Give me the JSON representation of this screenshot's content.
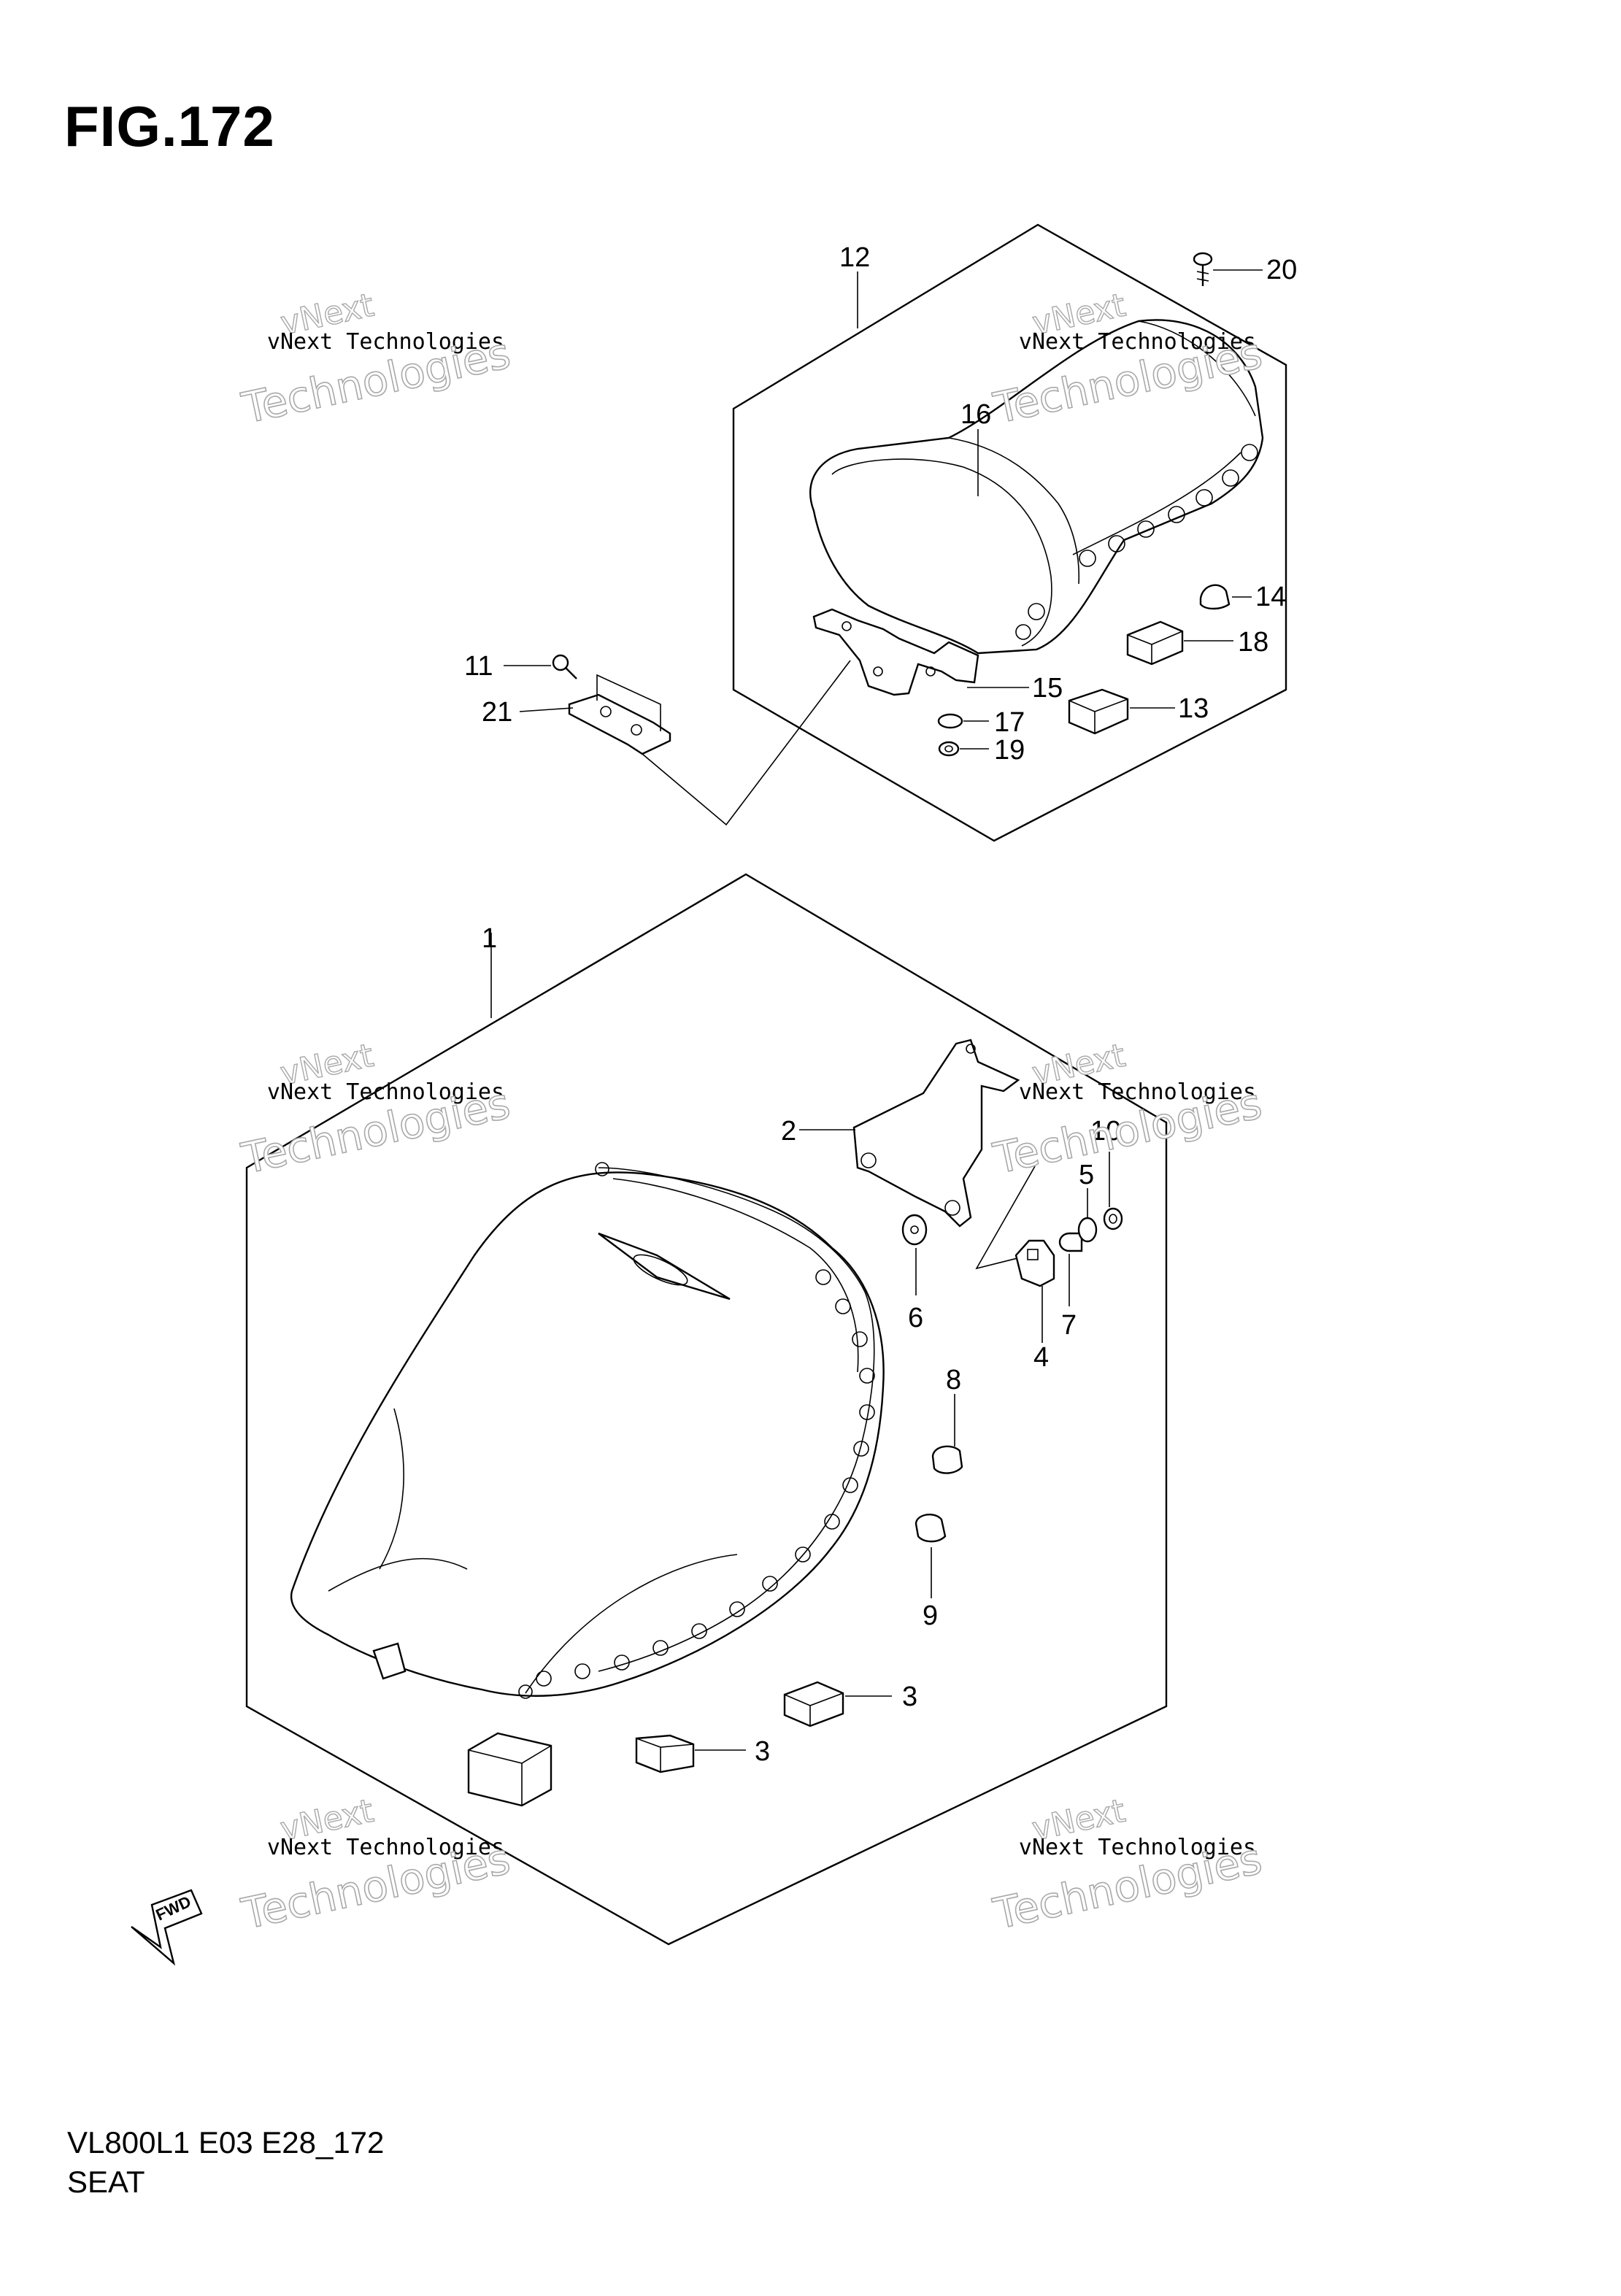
{
  "figure": {
    "title": "FIG.172"
  },
  "footer": {
    "model_code": "VL800L1 E03 E28_172",
    "section_name": "SEAT"
  },
  "watermark": {
    "line1": "vNext Technologies",
    "line2": "Technologies",
    "line0": "vNext"
  },
  "fwd_label": "FWD",
  "callouts": [
    {
      "id": "c1",
      "label": "1"
    },
    {
      "id": "c2",
      "label": "2"
    },
    {
      "id": "c3a",
      "label": "3"
    },
    {
      "id": "c3b",
      "label": "3"
    },
    {
      "id": "c4",
      "label": "4"
    },
    {
      "id": "c5",
      "label": "5"
    },
    {
      "id": "c6",
      "label": "6"
    },
    {
      "id": "c7",
      "label": "7"
    },
    {
      "id": "c8",
      "label": "8"
    },
    {
      "id": "c9",
      "label": "9"
    },
    {
      "id": "c10",
      "label": "10"
    },
    {
      "id": "c11",
      "label": "11"
    },
    {
      "id": "c12",
      "label": "12"
    },
    {
      "id": "c13",
      "label": "13"
    },
    {
      "id": "c14",
      "label": "14"
    },
    {
      "id": "c15",
      "label": "15"
    },
    {
      "id": "c16",
      "label": "16"
    },
    {
      "id": "c17",
      "label": "17"
    },
    {
      "id": "c18",
      "label": "18"
    },
    {
      "id": "c19",
      "label": "19"
    },
    {
      "id": "c20",
      "label": "20"
    },
    {
      "id": "c21",
      "label": "21"
    }
  ]
}
